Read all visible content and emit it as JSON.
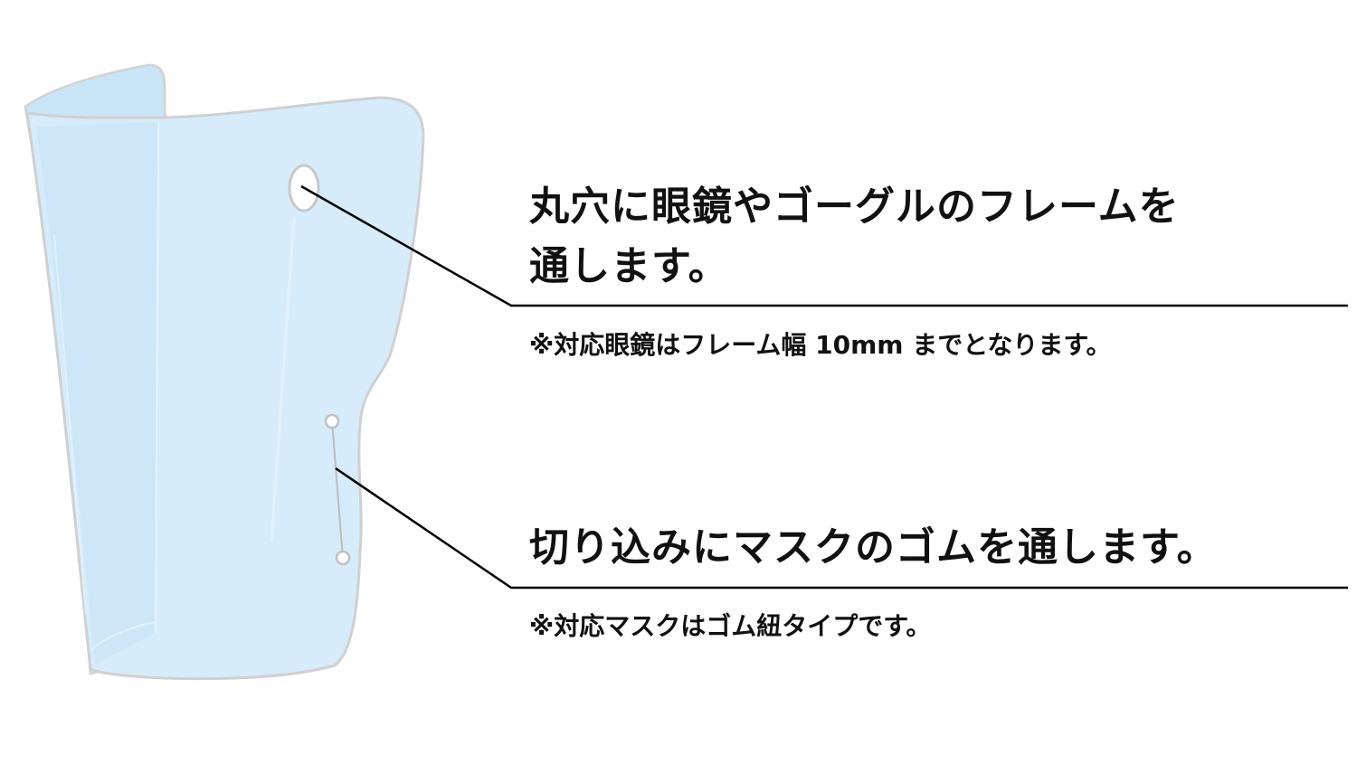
{
  "diagram": {
    "subject": "face-shield",
    "colors": {
      "shield_fill": "#d6ecfa",
      "shield_fill_dark": "#c6e4f8",
      "shield_outline": "#d0d0d0",
      "leader_line": "#000000",
      "text": "#111111"
    },
    "callouts": [
      {
        "target": "round-hole",
        "headline_line1": "丸穴に眼鏡やゴーグルのフレームを",
        "headline_line2": "通します。",
        "note": "※対応眼鏡はフレーム幅 10mm までとなります。"
      },
      {
        "target": "mask-elastic-slit",
        "headline_line1": "切り込みにマスクのゴムを通します。",
        "note": "※対応マスクはゴム紐タイプです。"
      }
    ]
  }
}
